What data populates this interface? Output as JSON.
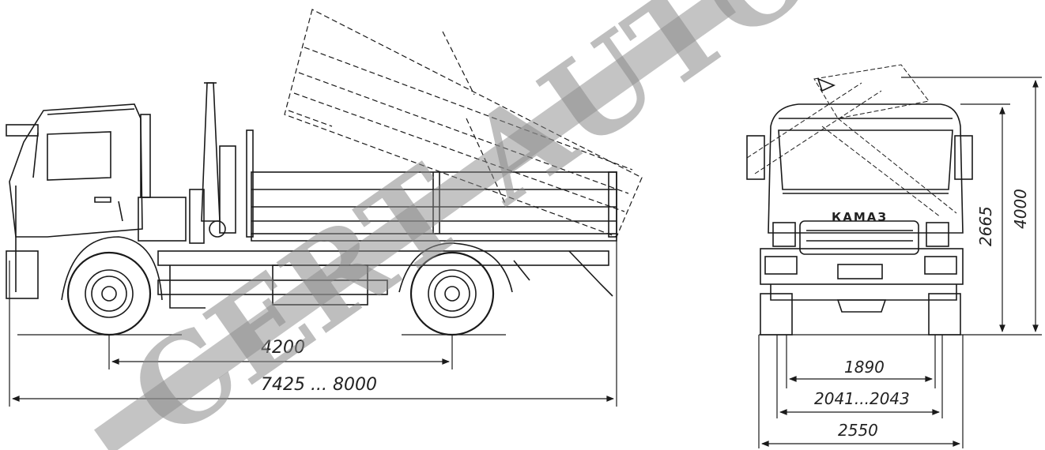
{
  "watermark": "CERT AUTO",
  "brand_logo": "КАМАЗ",
  "side_view": {
    "dim_wheelbase": "4200",
    "dim_length": "7425 ... 8000"
  },
  "front_view": {
    "dim_track": "1890",
    "dim_width_body": "2041...2043",
    "dim_width_total": "2550",
    "dim_height_cab": "2665",
    "dim_height_total": "4000"
  },
  "colors": {
    "line": "#1a1a1a",
    "watermark": "#8a8a8a",
    "background": "#ffffff"
  }
}
